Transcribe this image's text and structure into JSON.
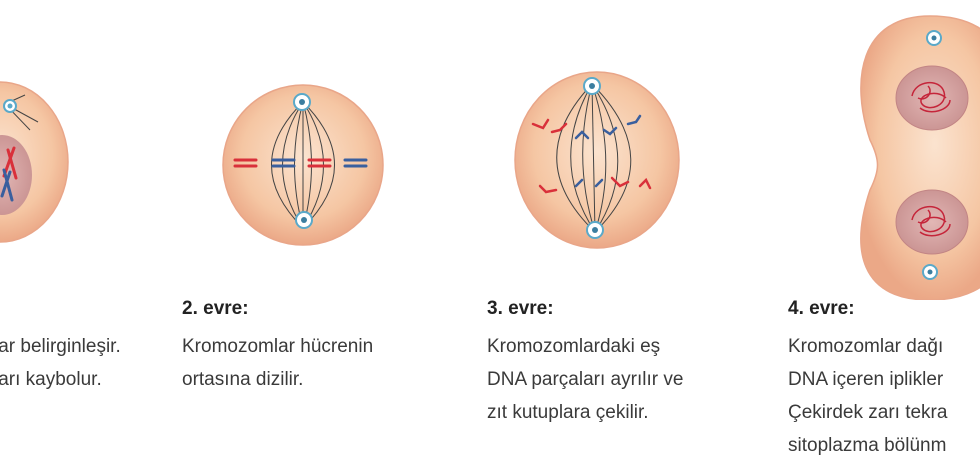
{
  "stages": [
    {
      "title": "",
      "lines": [
        "lar belirginleşir.",
        "ları kaybolur."
      ]
    },
    {
      "title": "2. evre:",
      "lines": [
        "Kromozomlar hücrenin",
        "ortasına dizilir."
      ]
    },
    {
      "title": "3. evre:",
      "lines": [
        "Kromozomlardaki eş",
        "DNA parçaları ayrılır ve",
        "zıt kutuplara çekilir."
      ]
    },
    {
      "title": "4. evre:",
      "lines": [
        "Kromozomlar dağı",
        "DNA içeren iplikler",
        "Çekirdek zarı tekra",
        "sitoplazma bölünm"
      ]
    }
  ],
  "colors": {
    "cytoplasm": "#f6c9a8",
    "cytoplasm_edge": "#eaa98a",
    "nucleus": "#d9a9a8",
    "chromosome_red": "#d9303a",
    "chromosome_blue": "#3a5f9e",
    "centriole": "#5aa9c9",
    "spindle": "#555555"
  }
}
